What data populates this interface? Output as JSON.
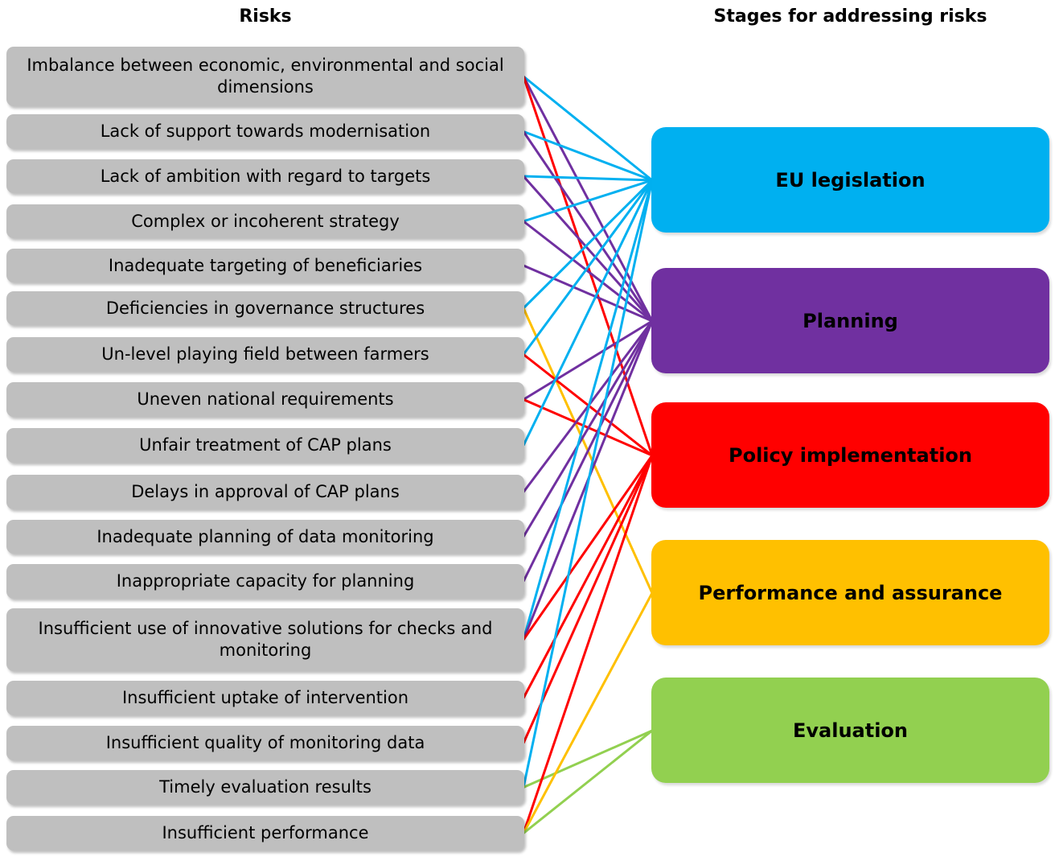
{
  "headers": {
    "risks": "Risks",
    "stages": "Stages for addressing risks"
  },
  "risks": [
    "Imbalance between economic, environmental and social dimensions",
    "Lack of support towards modernisation",
    "Lack of ambition with regard to targets",
    "Complex or incoherent strategy",
    "Inadequate targeting of beneficiaries",
    "Deficiencies in governance structures",
    "Un-level playing field between farmers",
    "Uneven national requirements",
    "Unfair treatment of CAP plans",
    "Delays in approval of CAP plans",
    "Inadequate planning of data monitoring",
    "Inappropriate capacity for planning",
    "Insufficient use of innovative solutions for checks and monitoring",
    "Insufficient uptake of intervention",
    "Insufficient quality of monitoring data",
    "Timely evaluation results",
    "Insufficient performance"
  ],
  "stages": [
    {
      "label": "EU legislation",
      "color": "#00B0F0"
    },
    {
      "label": "Planning",
      "color": "#7030A0"
    },
    {
      "label": "Policy implementation",
      "color": "#FF0000"
    },
    {
      "label": "Performance and assurance",
      "color": "#FFC000"
    },
    {
      "label": "Evaluation",
      "color": "#92D050"
    }
  ],
  "links": [
    [
      0,
      0
    ],
    [
      0,
      1
    ],
    [
      0,
      2
    ],
    [
      1,
      0
    ],
    [
      1,
      1
    ],
    [
      2,
      0
    ],
    [
      2,
      1
    ],
    [
      3,
      0
    ],
    [
      3,
      1
    ],
    [
      4,
      1
    ],
    [
      5,
      0
    ],
    [
      5,
      3
    ],
    [
      6,
      0
    ],
    [
      6,
      2
    ],
    [
      7,
      1
    ],
    [
      7,
      2
    ],
    [
      8,
      0
    ],
    [
      9,
      1
    ],
    [
      10,
      1
    ],
    [
      11,
      1
    ],
    [
      12,
      0
    ],
    [
      12,
      1
    ],
    [
      12,
      2
    ],
    [
      13,
      2
    ],
    [
      14,
      2
    ],
    [
      15,
      0
    ],
    [
      15,
      4
    ],
    [
      16,
      2
    ],
    [
      16,
      3
    ],
    [
      16,
      4
    ]
  ]
}
